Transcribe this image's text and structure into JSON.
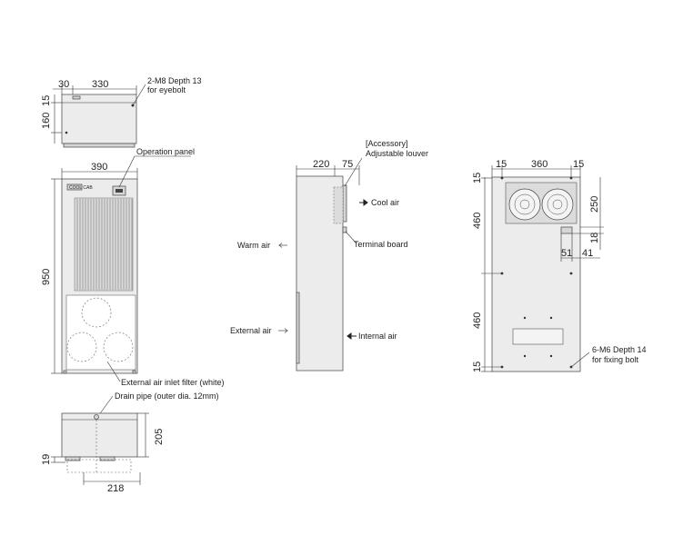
{
  "top_view": {
    "dim_30": "30",
    "dim_330": "330",
    "dim_15": "15",
    "dim_160": "160",
    "eyebolt_line1": "2-M8  Depth 13",
    "eyebolt_line2": "for eyebolt"
  },
  "front_view": {
    "dim_390": "390",
    "dim_950": "950",
    "operation_panel": "Operation panel",
    "brand": "COOL CAB",
    "filter_label": "External air inlet filter (white)",
    "drain_label": "Drain pipe (outer dia. 12mm)"
  },
  "bottom_view": {
    "dim_205": "205",
    "dim_19": "19",
    "dim_218": "218"
  },
  "side_view": {
    "dim_220": "220",
    "dim_75": "75",
    "accessory_line1": "[Accessory]",
    "accessory_line2": "Adjustable louver",
    "cool_air": "Cool air",
    "terminal_board": "Terminal board",
    "warm_air": "Warm air",
    "external_air": "External air",
    "internal_air": "Internal air"
  },
  "back_view": {
    "dim_15a": "15",
    "dim_360": "360",
    "dim_15b": "15",
    "dim_15_top": "15",
    "dim_250": "250",
    "dim_460_upper": "460",
    "dim_18": "18",
    "dim_51": "51",
    "dim_41": "41",
    "dim_460_lower": "460",
    "dim_15_bottom": "15",
    "fixing_line1": "6-M6  Depth 14",
    "fixing_line2": "for fixing bolt"
  }
}
